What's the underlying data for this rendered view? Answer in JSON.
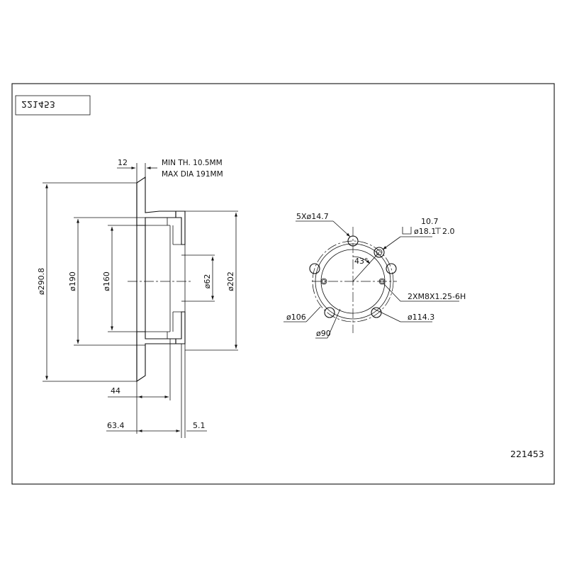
{
  "part_number_box": "221453",
  "part_number_corner": "221453",
  "notes": {
    "min_thickness": "MIN TH. 10.5MM",
    "max_diameter": "MAX DIA 191MM"
  },
  "section_dims": {
    "d_290_8": "ø290.8",
    "d_190": "ø190",
    "d_160": "ø160",
    "d_62": "ø62",
    "d_202": "ø202",
    "thickness_12": "12",
    "offset_44": "44",
    "offset_63_4": "63.4",
    "flange_5_1": "5.1"
  },
  "face_dims": {
    "holes_5x": "5Xø14.7",
    "depth_10_7": "10.7",
    "counterbore": "ø18.1",
    "counterbore_depth": "2.0",
    "angle": "43°",
    "thread": "2XM8X1.25-6H",
    "d_106": "ø106",
    "d_90": "ø90",
    "d_114_3": "ø114.3"
  }
}
